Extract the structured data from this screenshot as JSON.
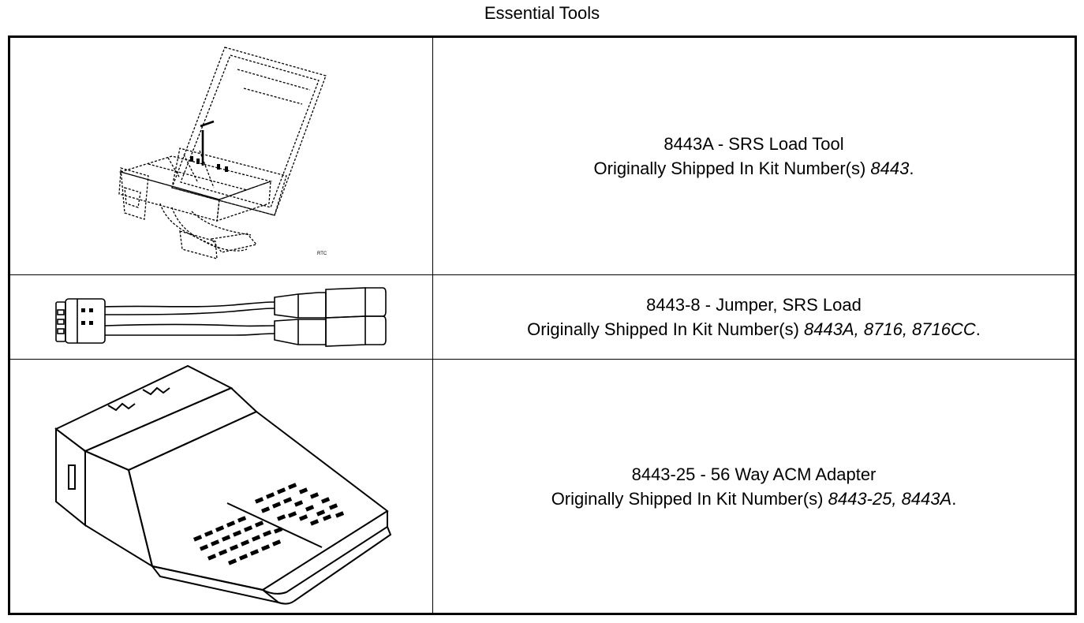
{
  "page": {
    "title": "Essential Tools"
  },
  "tools": [
    {
      "name": "8443A - SRS Load Tool",
      "shipped_prefix": "Originally Shipped In Kit Number(s) ",
      "kits": "8443",
      "suffix": ".",
      "illustration_icon": "srs-load-tool-icon",
      "illustration_mark": "RTC"
    },
    {
      "name": "8443-8 - Jumper, SRS Load",
      "shipped_prefix": "Originally Shipped In Kit Number(s) ",
      "kits": "8443A, 8716, 8716CC",
      "suffix": ".",
      "illustration_icon": "jumper-cable-icon"
    },
    {
      "name": "8443-25 - 56 Way ACM Adapter",
      "shipped_prefix": "Originally Shipped In Kit Number(s) ",
      "kits": "8443-25, 8443A",
      "suffix": ".",
      "illustration_icon": "acm-adapter-icon"
    }
  ]
}
